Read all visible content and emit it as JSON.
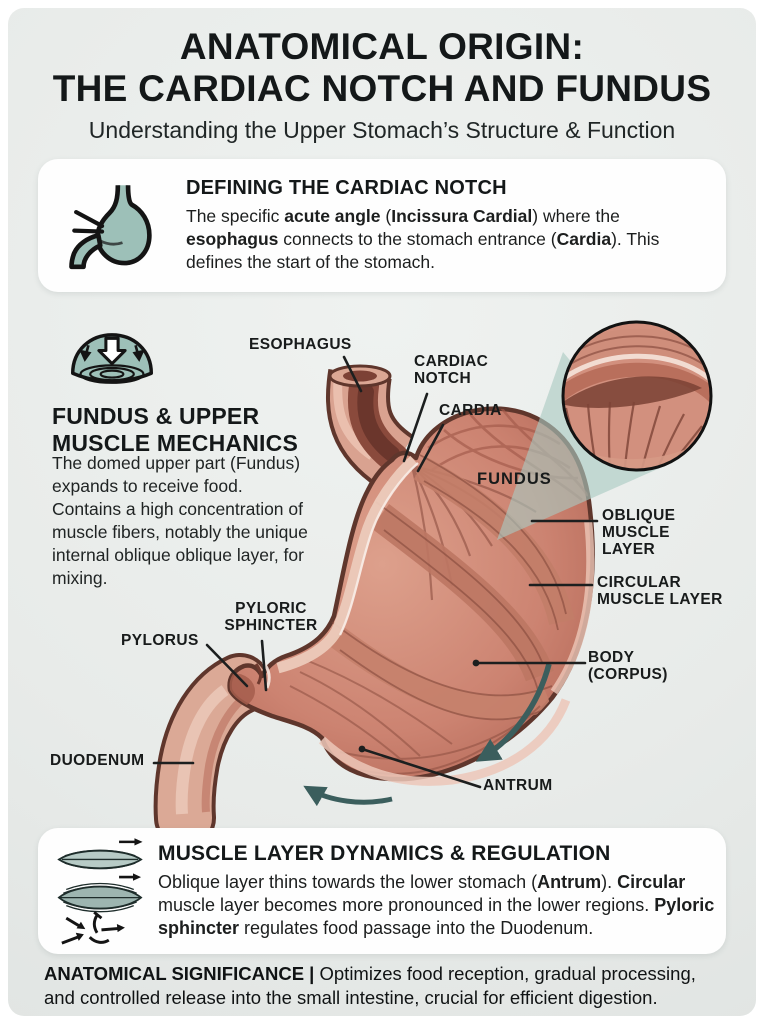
{
  "header": {
    "title_line1": "ANATOMICAL ORIGIN:",
    "title_line2": "THE CARDIAC NOTCH AND FUNDUS",
    "subtitle": "Understanding the Upper Stomach’s Structure & Function"
  },
  "defining_card": {
    "heading": "DEFINING THE CARDIAC NOTCH",
    "body_runs": [
      {
        "text": "The specific "
      },
      {
        "text": "acute angle",
        "bold": true
      },
      {
        "text": " ("
      },
      {
        "text": "Incissura Cardial",
        "bold": true
      },
      {
        "text": ") where the "
      },
      {
        "text": "esophagus",
        "bold": true
      },
      {
        "text": " connects to the stomach entrance ("
      },
      {
        "text": "Cardia",
        "bold": true
      },
      {
        "text": "). This defines the start of the stomach."
      }
    ]
  },
  "mechanics": {
    "heading": "FUNDUS & UPPER\nMUSCLE MECHANICS",
    "para1": "The domed upper part (Fundus) expands to receive food.",
    "para2": "Contains a high concentration of muscle fibers, notably the unique internal oblique oblique layer, for mixing."
  },
  "diagram": {
    "labels": {
      "esophagus": "ESOPHAGUS",
      "cardiac_notch": "CARDIAC\nNOTCH",
      "cardia": "CARDIA",
      "fundus": "FUNDUS",
      "oblique": "OBLIQUE\nMUSCLE\nLAYER",
      "circular": "CIRCULAR\nMUSCLE LAYER",
      "body_corpus": "BODY\n(CORPUS)",
      "antrum": "ANTRUM",
      "pyloric_sphincter": "PYLORIC\nSPHINCTER",
      "pylorus": "PYLORUS",
      "duodenum": "DUODENUM"
    }
  },
  "dynamics_card": {
    "heading": "MUSCLE LAYER DYNAMICS & REGULATION",
    "body_runs": [
      {
        "text": "Oblique layer thins towards the lower stomach ("
      },
      {
        "text": "Antrum",
        "bold": true
      },
      {
        "text": "). "
      },
      {
        "text": "Circular",
        "bold": true
      },
      {
        "text": " muscle layer becomes more pronounced in the lower regions. "
      },
      {
        "text": "Pyloric sphincter",
        "bold": true
      },
      {
        "text": " regulates food passage into the Duodenum."
      }
    ]
  },
  "footer": {
    "runs": [
      {
        "text": "ANATOMICAL SIGNIFICANCE | ",
        "bold": true
      },
      {
        "text": "Optimizes food reception, gradual processing, and controlled release into the small intestine, crucial for efficient digestion."
      }
    ]
  },
  "colors": {
    "accent_teal": "#9dc0b8",
    "wedge_teal": "#a9c9c2",
    "arrow_teal": "#3b5e5d",
    "muscle_main": "#cc8371",
    "background": "#e8ebe9",
    "card_bg": "#fefefe",
    "text": "#17191a"
  }
}
